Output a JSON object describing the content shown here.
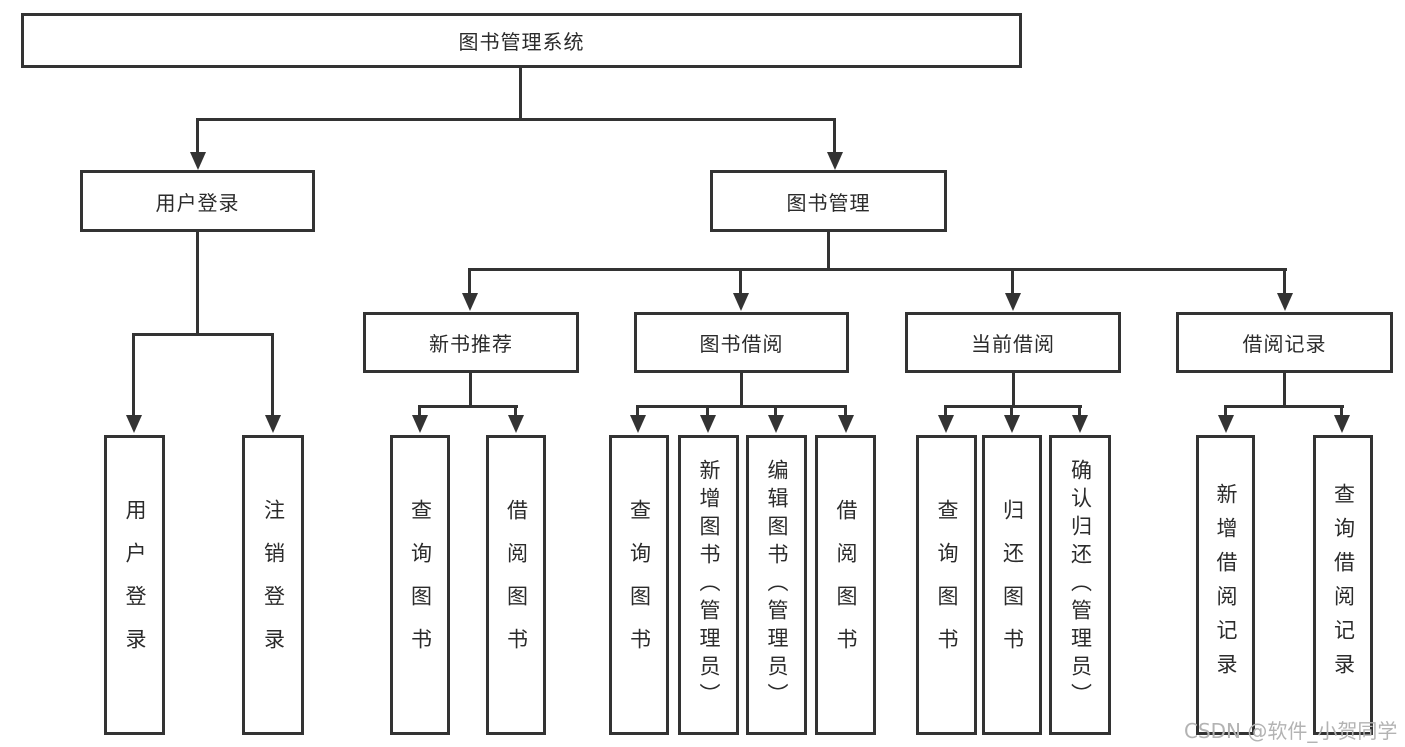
{
  "tree": {
    "root": {
      "label": "图书管理系统",
      "children": [
        {
          "label": "用户登录",
          "children": [
            {
              "label": "用户登录"
            },
            {
              "label": "注销登录"
            }
          ]
        },
        {
          "label": "图书管理",
          "children": [
            {
              "label": "新书推荐",
              "children": [
                {
                  "label": "查询图书"
                },
                {
                  "label": "借阅图书"
                }
              ]
            },
            {
              "label": "图书借阅",
              "children": [
                {
                  "label": "查询图书"
                },
                {
                  "label": "新增图书（管理员）"
                },
                {
                  "label": "编辑图书（管理员）"
                },
                {
                  "label": "借阅图书"
                }
              ]
            },
            {
              "label": "当前借阅",
              "children": [
                {
                  "label": "查询图书"
                },
                {
                  "label": "归还图书"
                },
                {
                  "label": "确认归还（管理员）"
                }
              ]
            },
            {
              "label": "借阅记录",
              "children": [
                {
                  "label": "新增借阅记录"
                },
                {
                  "label": "查询借阅记录"
                }
              ]
            }
          ]
        }
      ]
    }
  },
  "watermark": {
    "text": "CSDN @软件_小贺同学"
  },
  "colors": {
    "line": "#333333",
    "text": "#2b2b2b",
    "background": "#ffffff",
    "watermark": "#b3b3b3"
  }
}
